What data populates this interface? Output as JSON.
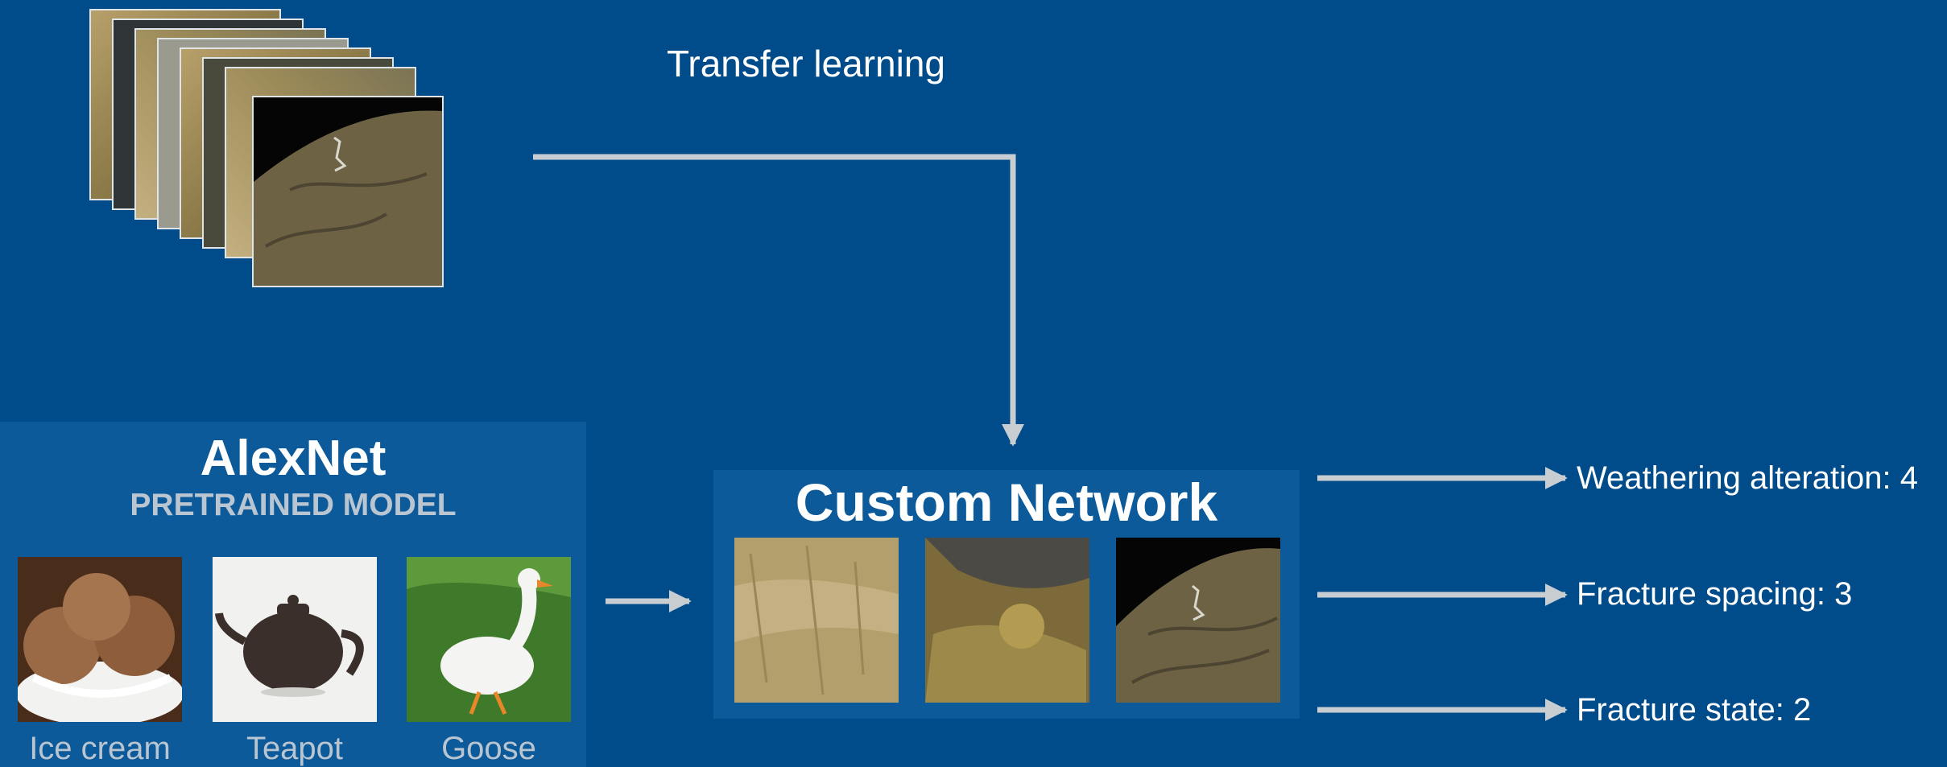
{
  "transfer_title": "Transfer learning",
  "alexnet": {
    "title": "AlexNet",
    "subtitle": "PRETRAINED MODEL",
    "examples": [
      {
        "label": "Ice cream",
        "icon": "ice-cream-photo"
      },
      {
        "label": "Teapot",
        "icon": "teapot-photo"
      },
      {
        "label": "Goose",
        "icon": "goose-photo"
      }
    ]
  },
  "custom": {
    "title": "Custom Network",
    "images": [
      "rock-face-texture",
      "rock-face-texture",
      "rock-face-texture"
    ]
  },
  "outputs": [
    {
      "label": "Weathering alteration: 4"
    },
    {
      "label": "Fracture spacing: 3"
    },
    {
      "label": "Fracture state: 2"
    }
  ],
  "colors": {
    "background": "#004c8a",
    "panel": "#0c5a9a",
    "arrow": "#c8cdd2",
    "text": "#ffffff",
    "muted_text": "#b9c6d2"
  }
}
